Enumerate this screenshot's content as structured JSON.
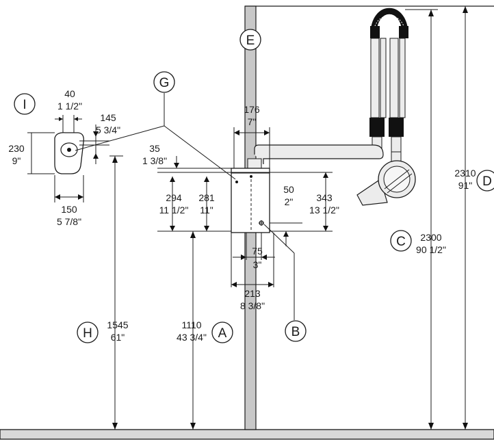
{
  "labels": {
    "A": "A",
    "B": "B",
    "C": "C",
    "D": "D",
    "E": "E",
    "G": "G",
    "H": "H",
    "I": "I"
  },
  "dimensions": {
    "basin_pipe_offset": {
      "mm": "40",
      "in": "1 1/2\""
    },
    "basin_tap_offset": {
      "mm": "145",
      "in": "5 3/4\""
    },
    "basin_height": {
      "mm": "230",
      "in": "9\""
    },
    "basin_width": {
      "mm": "150",
      "in": "5 7/8\""
    },
    "unit_width_top": {
      "mm": "176",
      "in": "7\""
    },
    "unit_top_offset": {
      "mm": "35",
      "in": "1 3/8\""
    },
    "unit_height_294": {
      "mm": "294",
      "in": "11 1/2\""
    },
    "unit_height_281": {
      "mm": "281",
      "in": "11\""
    },
    "outlet_height": {
      "mm": "50",
      "in": "2\""
    },
    "unit_height_343": {
      "mm": "343",
      "in": "13 1/2\""
    },
    "outlet_offset": {
      "mm": "75",
      "in": "3\""
    },
    "unit_width_bottom": {
      "mm": "213",
      "in": "8 3/8\""
    },
    "dim_H": {
      "mm": "1545",
      "in": "61\""
    },
    "dim_A": {
      "mm": "1110",
      "in": "43 3/4\""
    },
    "dim_C": {
      "mm": "2300",
      "in": "90 1/2\""
    },
    "dim_D": {
      "mm": "2310",
      "in": "91\""
    }
  },
  "colors": {
    "line": "#1a1a1a",
    "floor": "#d9d9d9",
    "column": "#c8c8c8",
    "duct": "#ececec",
    "black": "#111111"
  }
}
